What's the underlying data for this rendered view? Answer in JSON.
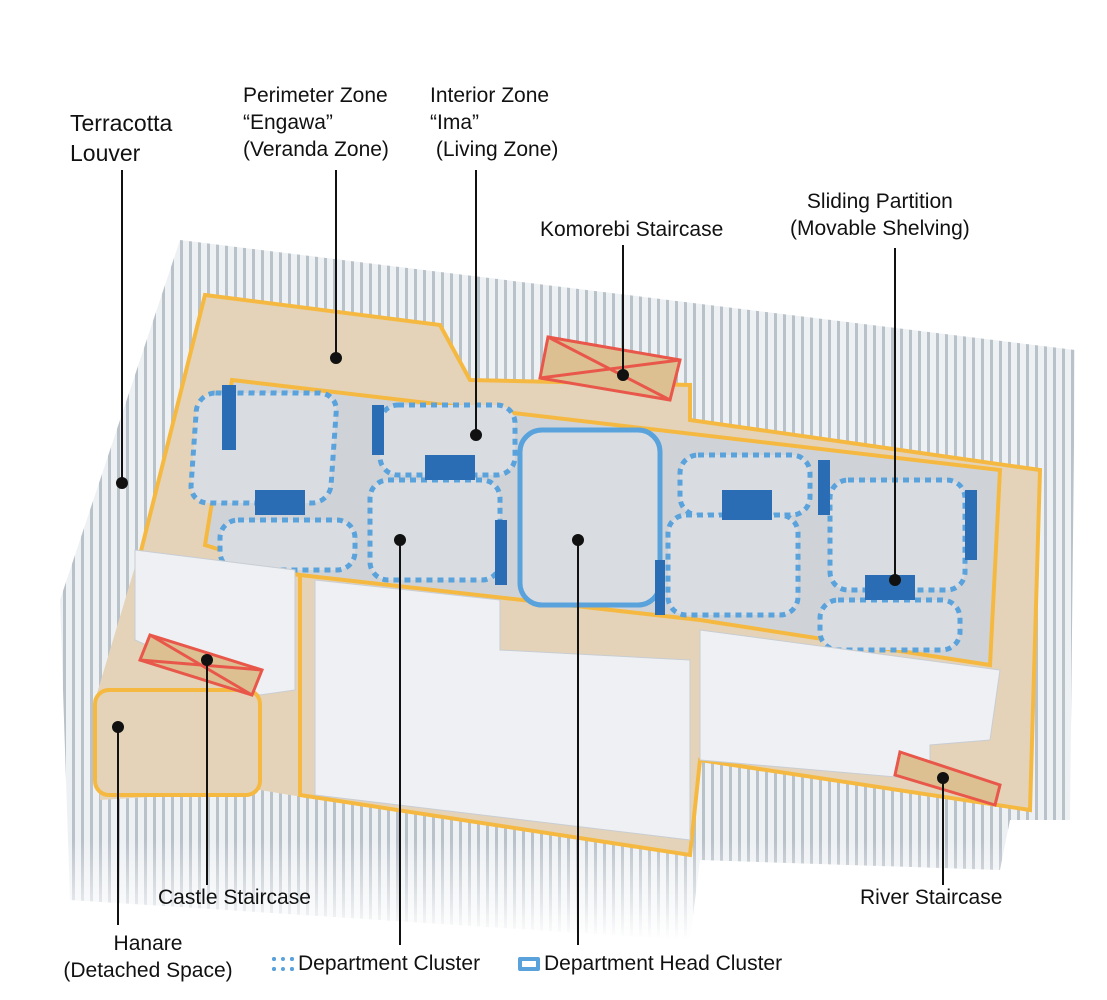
{
  "labels": {
    "terracotta": [
      "Terracotta",
      "Louver"
    ],
    "perimeter": [
      "Perimeter Zone",
      "“Engawa”",
      "(Veranda Zone)"
    ],
    "interior": [
      "Interior Zone",
      "“Ima”",
      " (Living Zone)"
    ],
    "komorebi": "Komorebi Staircase",
    "sliding": [
      "Sliding Partition",
      "(Movable Shelving)"
    ],
    "castle": "Castle Staircase",
    "hanare": [
      "Hanare",
      "(Detached Space)"
    ],
    "river": "River Staircase"
  },
  "legend": {
    "dept_cluster": "Department Cluster",
    "dept_head_cluster": "Department Head Cluster"
  },
  "colors": {
    "zone_outline": "#f5b942",
    "cluster_blue": "#5aa2dc",
    "partition_blue": "#2a6db5",
    "staircase_red": "#e8574a",
    "floor": "#e4d3b8"
  }
}
